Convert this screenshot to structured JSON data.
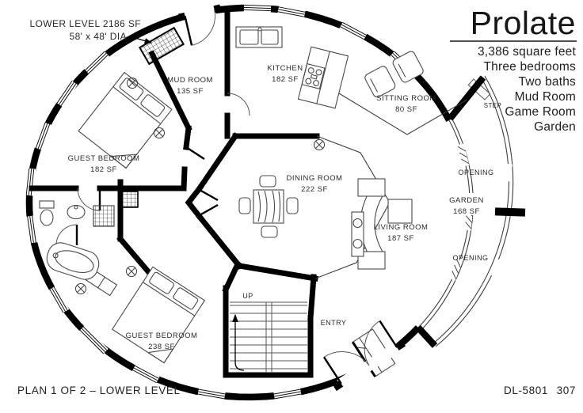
{
  "annotation": {
    "line1": "LOWER LEVEL 2186 SF",
    "line2": "58' x 48' DIA"
  },
  "title_block": {
    "title": "Prolate",
    "features": [
      "3,386 square feet",
      "Three bedrooms",
      "Two baths",
      "Mud Room",
      "Game Room",
      "Garden"
    ]
  },
  "rooms": [
    {
      "name": "MUD ROOM",
      "area": "135 SF"
    },
    {
      "name": "KITCHEN",
      "area": "182 SF"
    },
    {
      "name": "SITTING ROOM",
      "area": "80 SF"
    },
    {
      "name": "GUEST BEDROOM",
      "area": "182 SF"
    },
    {
      "name": "DINING ROOM",
      "area": "222 SF"
    },
    {
      "name": "LIVING ROOM",
      "area": "187 SF"
    },
    {
      "name": "GARDEN",
      "area": "168 SF"
    },
    {
      "name": "GUEST BEDROOM",
      "area": "238 SF"
    }
  ],
  "markers": {
    "step": "STEP",
    "opening_top": "OPENING",
    "opening_bottom": "OPENING",
    "up": "UP",
    "entry": "ENTRY"
  },
  "footer": {
    "plan": "PLAN 1 OF 2 – LOWER LEVEL",
    "drawing_number": "DL-5801",
    "page_number": "307"
  },
  "colors": {
    "wall": "#000000",
    "line": "#3d3d3d",
    "background": "#ffffff"
  }
}
